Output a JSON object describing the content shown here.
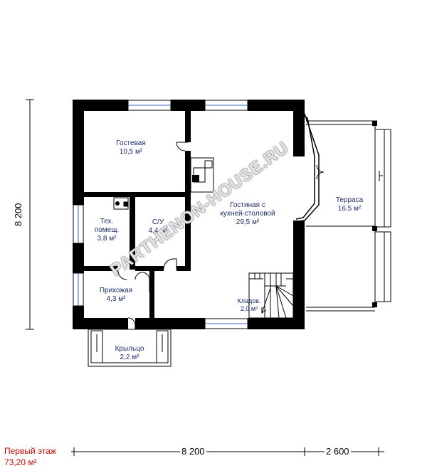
{
  "rooms": {
    "guest": {
      "name": "Гостевая",
      "area": "10,5 м²"
    },
    "tech": {
      "name1": "Тех.",
      "name2": "помещ.",
      "area": "3,8 м²"
    },
    "wc": {
      "name": "С/У",
      "area": "4,4 м²"
    },
    "living": {
      "name1": "Гостиная с",
      "name2": "кухней-столовой",
      "area": "29,5 м²"
    },
    "terrace": {
      "name": "Терраса",
      "area": "16,5 м²"
    },
    "hall": {
      "name": "Прихожая",
      "area": "4,3 м²"
    },
    "storage": {
      "name": "Кладов.",
      "area": "2,0 м²"
    },
    "porch": {
      "name": "Крыльцо",
      "area": "2,2 м²"
    }
  },
  "dimensions": {
    "height": "8 200",
    "width_house": "8 200",
    "width_terrace": "2 600"
  },
  "floor": {
    "title": "Первый этаж",
    "area": "73,20 м²"
  },
  "watermark": "PARTHENON-HOUSE.RU",
  "colors": {
    "wall": "#000000",
    "label": "#1a2a6c",
    "title": "#d40000",
    "window": "#3060c0"
  }
}
